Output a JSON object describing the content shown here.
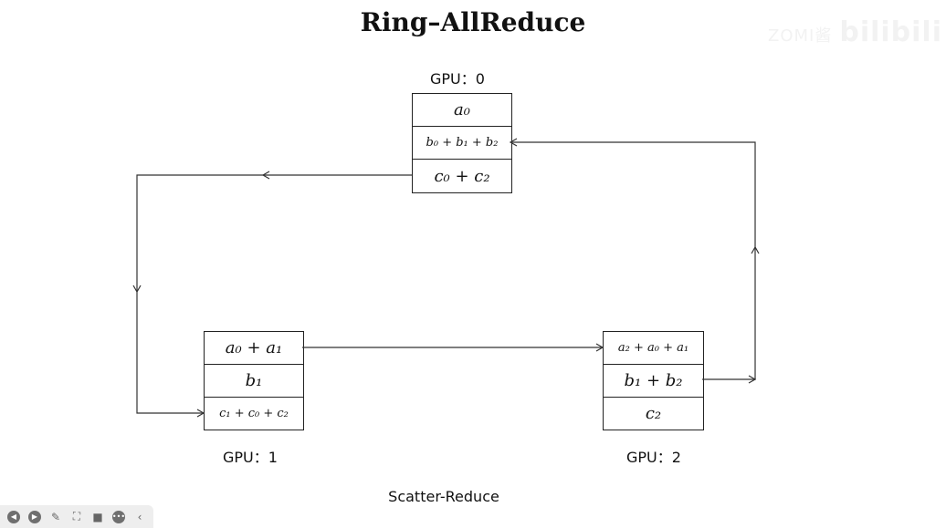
{
  "title": "Ring–AllReduce",
  "watermark": {
    "name": "ZOMI酱",
    "brand": "bilibili"
  },
  "gpus": [
    {
      "label": "GPU：0",
      "cells": [
        "a₀",
        "b₀ + b₁ + b₂",
        "c₀ + c₂"
      ]
    },
    {
      "label": "GPU：1",
      "cells": [
        "a₀ + a₁",
        "b₁",
        "c₁ + c₀ + c₂"
      ]
    },
    {
      "label": "GPU：2",
      "cells": [
        "a₂ + a₀ + a₁",
        "b₁ + b₂",
        "c₂"
      ]
    }
  ],
  "caption": "Scatter-Reduce",
  "toolbar": {
    "icons": [
      "prev-icon",
      "next-icon",
      "pen-icon",
      "screen-icon",
      "camera-icon",
      "more-icon",
      "collapse-icon"
    ]
  }
}
